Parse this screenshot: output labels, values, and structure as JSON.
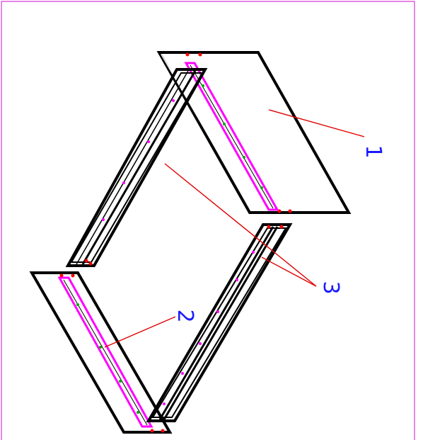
{
  "colors": {
    "frame": "#d63cd6",
    "outline": "#000000",
    "leader": "#e00000",
    "callout_text": "#1a1aff",
    "highlight": "#ff00ff",
    "marker_red": "#ff0000",
    "marker_green": "#00aa00"
  },
  "callouts": {
    "part_1": "1",
    "part_2": "2",
    "part_3": "3"
  }
}
